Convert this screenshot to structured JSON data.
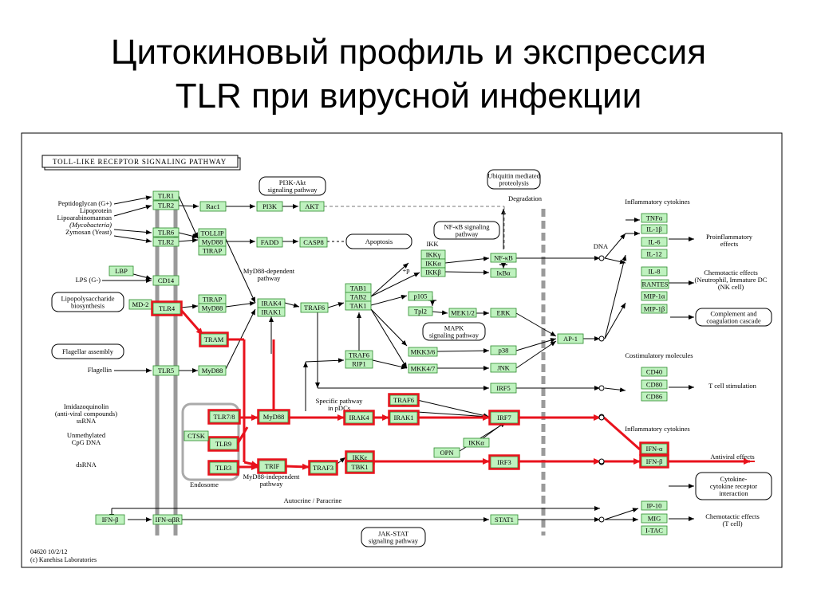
{
  "slide": {
    "title_line1": "Цитокиновый профиль и экспрессия",
    "title_line2": "TLR при вирусной инфекции"
  },
  "diagram": {
    "header": "TOLL-LIKE RECEPTOR SIGNALING PATHWAY",
    "footer_line1": "04620 10/2/12",
    "footer_line2": "(c) Kanehisa Laboratories",
    "colors": {
      "gene_fill": "#bff2bf",
      "gene_stroke": "#2e8b2e",
      "highlight": "#e8121c",
      "membrane": "#9a9a9a"
    },
    "nodes": [
      {
        "id": "tlr1",
        "label": "TLR1",
        "hl": false
      },
      {
        "id": "tlr2a",
        "label": "TLR2",
        "hl": false
      },
      {
        "id": "tlr6",
        "label": "TLR6",
        "hl": false
      },
      {
        "id": "tlr2b",
        "label": "TLR2",
        "hl": false
      },
      {
        "id": "lbp",
        "label": "LBP",
        "hl": false
      },
      {
        "id": "cd14",
        "label": "CD14",
        "hl": false
      },
      {
        "id": "md2",
        "label": "MD-2",
        "hl": false
      },
      {
        "id": "tlr4",
        "label": "TLR4",
        "hl": true
      },
      {
        "id": "tlr5",
        "label": "TLR5",
        "hl": false
      },
      {
        "id": "tlr78",
        "label": "TLR7/8",
        "hl": true
      },
      {
        "id": "tlr9",
        "label": "TLR9",
        "hl": true
      },
      {
        "id": "ctsk",
        "label": "CTSK",
        "hl": false
      },
      {
        "id": "tlr3",
        "label": "TLR3",
        "hl": true
      },
      {
        "id": "ifnb_l",
        "label": "IFN-β",
        "hl": false
      },
      {
        "id": "ifnabr",
        "label": "IFN-αβR",
        "hl": false
      },
      {
        "id": "rac1",
        "label": "Rac1",
        "hl": false
      },
      {
        "id": "pi3k",
        "label": "PI3K",
        "hl": false
      },
      {
        "id": "akt",
        "label": "AKT",
        "hl": false
      },
      {
        "id": "tollip",
        "label": "TOLLIP",
        "hl": false
      },
      {
        "id": "myd88a",
        "label": "MyD88",
        "hl": false
      },
      {
        "id": "tirap_a",
        "label": "TIRAP",
        "hl": false
      },
      {
        "id": "fadd",
        "label": "FADD",
        "hl": false
      },
      {
        "id": "casp8",
        "label": "CASP8",
        "hl": false
      },
      {
        "id": "tirap_b",
        "label": "TIRAP",
        "hl": false
      },
      {
        "id": "myd88b",
        "label": "MyD88",
        "hl": false
      },
      {
        "id": "tram",
        "label": "TRAM",
        "hl": true
      },
      {
        "id": "myd88c",
        "label": "MyD88",
        "hl": false
      },
      {
        "id": "myd88d",
        "label": "MyD88",
        "hl": true
      },
      {
        "id": "trif",
        "label": "TRIF",
        "hl": true
      },
      {
        "id": "traf3",
        "label": "TRAF3",
        "hl": true
      },
      {
        "id": "irak4a",
        "label": "IRAK4",
        "hl": false
      },
      {
        "id": "irak1a",
        "label": "IRAK1",
        "hl": false
      },
      {
        "id": "traf6a",
        "label": "TRAF6",
        "hl": false
      },
      {
        "id": "tab1",
        "label": "TAB1",
        "hl": false
      },
      {
        "id": "tab2",
        "label": "TAB2",
        "hl": false
      },
      {
        "id": "tak1",
        "label": "TAK1",
        "hl": false
      },
      {
        "id": "traf6b",
        "label": "TRAF6",
        "hl": false
      },
      {
        "id": "rip1",
        "label": "RIP1",
        "hl": false
      },
      {
        "id": "irak4b",
        "label": "IRAK4",
        "hl": true
      },
      {
        "id": "irak1b",
        "label": "IRAK1",
        "hl": true
      },
      {
        "id": "traf6c",
        "label": "TRAF6",
        "hl": true
      },
      {
        "id": "ikkg",
        "label": "IKKγ",
        "hl": false
      },
      {
        "id": "ikka",
        "label": "IKKα",
        "hl": false
      },
      {
        "id": "ikkb",
        "label": "IKKβ",
        "hl": false
      },
      {
        "id": "nfkb",
        "label": "NF-κB",
        "hl": false
      },
      {
        "id": "ikba",
        "label": "IκBα",
        "hl": false
      },
      {
        "id": "p105",
        "label": "p105",
        "hl": false
      },
      {
        "id": "tpl2",
        "label": "Tpl2",
        "hl": false
      },
      {
        "id": "mek12",
        "label": "MEK1/2",
        "hl": false
      },
      {
        "id": "erk",
        "label": "ERK",
        "hl": false
      },
      {
        "id": "mkk36",
        "label": "MKK3/6",
        "hl": false
      },
      {
        "id": "p38",
        "label": "p38",
        "hl": false
      },
      {
        "id": "mkk47",
        "label": "MKK4/7",
        "hl": false
      },
      {
        "id": "jnk",
        "label": "JNK",
        "hl": false
      },
      {
        "id": "ap1",
        "label": "AP-1",
        "hl": false
      },
      {
        "id": "irf5",
        "label": "IRF5",
        "hl": false
      },
      {
        "id": "irf7",
        "label": "IRF7",
        "hl": true
      },
      {
        "id": "ikkaa",
        "label": "IKKα",
        "hl": false
      },
      {
        "id": "opn",
        "label": "OPN",
        "hl": false
      },
      {
        "id": "ikke",
        "label": "IKKε",
        "hl": true
      },
      {
        "id": "tbk1",
        "label": "TBK1",
        "hl": true
      },
      {
        "id": "irf3",
        "label": "IRF3",
        "hl": true
      },
      {
        "id": "stat1",
        "label": "STAT1",
        "hl": false
      },
      {
        "id": "tnfa",
        "label": "TNFα",
        "hl": false
      },
      {
        "id": "il1b",
        "label": "IL-1β",
        "hl": false
      },
      {
        "id": "il6",
        "label": "IL-6",
        "hl": false
      },
      {
        "id": "il12",
        "label": "IL-12",
        "hl": false
      },
      {
        "id": "il8",
        "label": "IL-8",
        "hl": false
      },
      {
        "id": "rantes",
        "label": "RANTES",
        "hl": false
      },
      {
        "id": "mip1a",
        "label": "MIP-1α",
        "hl": false
      },
      {
        "id": "mip1b",
        "label": "MIP-1β",
        "hl": false
      },
      {
        "id": "cd40",
        "label": "CD40",
        "hl": false
      },
      {
        "id": "cd80",
        "label": "CD80",
        "hl": false
      },
      {
        "id": "cd86",
        "label": "CD86",
        "hl": false
      },
      {
        "id": "ifna",
        "label": "IFN-α",
        "hl": true
      },
      {
        "id": "ifnb_r",
        "label": "IFN-β",
        "hl": true
      },
      {
        "id": "ip10",
        "label": "IP-10",
        "hl": false
      },
      {
        "id": "mig",
        "label": "MIG",
        "hl": false
      },
      {
        "id": "itac",
        "label": "I-TAC",
        "hl": false
      }
    ],
    "pathway_boxes": [
      {
        "id": "pi3k_pw",
        "lines": [
          "PI3K-Akt",
          "signaling pathway"
        ]
      },
      {
        "id": "ubiq_pw",
        "lines": [
          "Ubiquitin mediated",
          "proteolysis"
        ]
      },
      {
        "id": "nfkb_pw",
        "lines": [
          "NF-κB signaling",
          "pathway"
        ]
      },
      {
        "id": "apoptosis",
        "lines": [
          "Apoptosis"
        ]
      },
      {
        "id": "lps_bio",
        "lines": [
          "Lipopolysaccharide",
          "biosynthesis"
        ]
      },
      {
        "id": "flag_asm",
        "lines": [
          "Flagellar assembly"
        ]
      },
      {
        "id": "mapk_pw",
        "lines": [
          "MAPK",
          "signaling pathway"
        ]
      },
      {
        "id": "complement",
        "lines": [
          "Complement and",
          "coagulation cascade"
        ]
      },
      {
        "id": "cytokine_int",
        "lines": [
          "Cytokine-",
          "cytokine receptor",
          "interaction"
        ]
      },
      {
        "id": "jakstat",
        "lines": [
          "JAK-STAT",
          "signaling pathway"
        ]
      }
    ],
    "labels": [
      {
        "id": "ligand1",
        "lines": [
          "Peptidoglycan (G+)",
          "Lipoprotein",
          "Lipoarabinomannan",
          "(Mycobacteria)",
          "Zymosan (Yeast)"
        ]
      },
      {
        "id": "lps",
        "lines": [
          "LPS (G-)"
        ]
      },
      {
        "id": "flagellin",
        "lines": [
          "Flagellin"
        ]
      },
      {
        "id": "imid",
        "lines": [
          "Imidazoquinolin",
          "(anti-viral compounds)",
          "ssRNA"
        ]
      },
      {
        "id": "cpg",
        "lines": [
          "Unmethylated",
          "CpG DNA"
        ]
      },
      {
        "id": "dsrna",
        "lines": [
          "dsRNA"
        ]
      },
      {
        "id": "endosome",
        "lines": [
          "Endosome"
        ]
      },
      {
        "id": "myd88dep",
        "lines": [
          "MyD88-dependent",
          "pathway"
        ]
      },
      {
        "id": "myd88indep",
        "lines": [
          "MyD88-independent",
          "pathway"
        ]
      },
      {
        "id": "specific",
        "lines": [
          "Specific pathway",
          "in pDCs"
        ]
      },
      {
        "id": "ikk_lbl",
        "lines": [
          "IKK"
        ]
      },
      {
        "id": "degradation",
        "lines": [
          "Degradation"
        ]
      },
      {
        "id": "dna",
        "lines": [
          "DNA"
        ]
      },
      {
        "id": "autocrine",
        "lines": [
          "Autocrine / Paracrine"
        ]
      },
      {
        "id": "infl1",
        "lines": [
          "Inflammatory cytokines"
        ]
      },
      {
        "id": "infl2",
        "lines": [
          "Inflammatory cytokines"
        ]
      },
      {
        "id": "costim",
        "lines": [
          "Costimulatory molecules"
        ]
      },
      {
        "id": "proinfl",
        "lines": [
          "Proinflammatory",
          "effects"
        ]
      },
      {
        "id": "chemo1",
        "lines": [
          "Chemotactic effects",
          "(Neutrophil, Immature DC",
          "(NK cell)"
        ]
      },
      {
        "id": "tcell",
        "lines": [
          "T cell stimulation"
        ]
      },
      {
        "id": "antiviral",
        "lines": [
          "Antiviral effects"
        ]
      },
      {
        "id": "chemo2",
        "lines": [
          "Chemotactic effects",
          "(T cell)"
        ]
      },
      {
        "id": "p1",
        "lines": [
          "+p"
        ]
      }
    ]
  }
}
